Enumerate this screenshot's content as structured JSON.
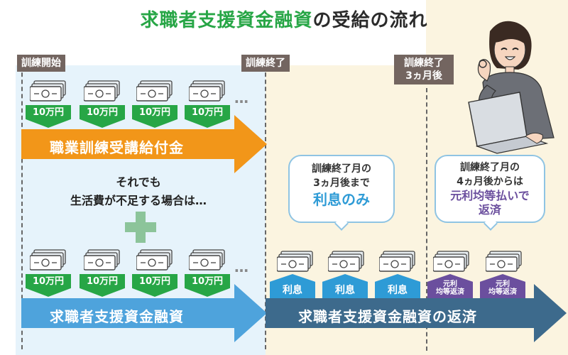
{
  "title": {
    "highlight": "求職者支援資金融資",
    "rest": "の受給の流れ"
  },
  "tags": {
    "start": "訓練開始",
    "end": "訓練終了",
    "after3_line1": "訓練終了",
    "after3_line2": "3ヵ月後"
  },
  "top_amounts": [
    "10万円",
    "10万円",
    "10万円",
    "10万円"
  ],
  "bottom_amounts": [
    "10万円",
    "10万円",
    "10万円",
    "10万円"
  ],
  "ellipsis": "…",
  "arrows": {
    "benefit": "職業訓練受講給付金",
    "loan": "求職者支援資金融資",
    "repay": "求職者支援資金融資の返済"
  },
  "middle_text": {
    "line1": "それでも",
    "line2": "生活費が不足する場合は…"
  },
  "bubble_interest": {
    "line1": "訓練終了月の",
    "line2": "3ヵ月後まで",
    "emph": "利息のみ"
  },
  "bubble_equal": {
    "line1": "訓練終了月の",
    "line2": "4ヵ月後からは",
    "emph1": "元利均等払いで",
    "emph2": "返済"
  },
  "interest_labels": [
    "利息",
    "利息",
    "利息"
  ],
  "equal_labels": [
    {
      "line1": "元利",
      "line2": "均等返済"
    },
    {
      "line1": "元利",
      "line2": "均等返済"
    }
  ],
  "colors": {
    "green": "#27a646",
    "orange": "#f29619",
    "blue_arrow": "#4ea3dc",
    "navy_arrow": "#3d6a8c",
    "purple": "#6b4f9e",
    "tag_bg": "#736560"
  },
  "icons": [
    "banknote-stack-icon",
    "plus-icon",
    "person-laptop-illustration"
  ]
}
